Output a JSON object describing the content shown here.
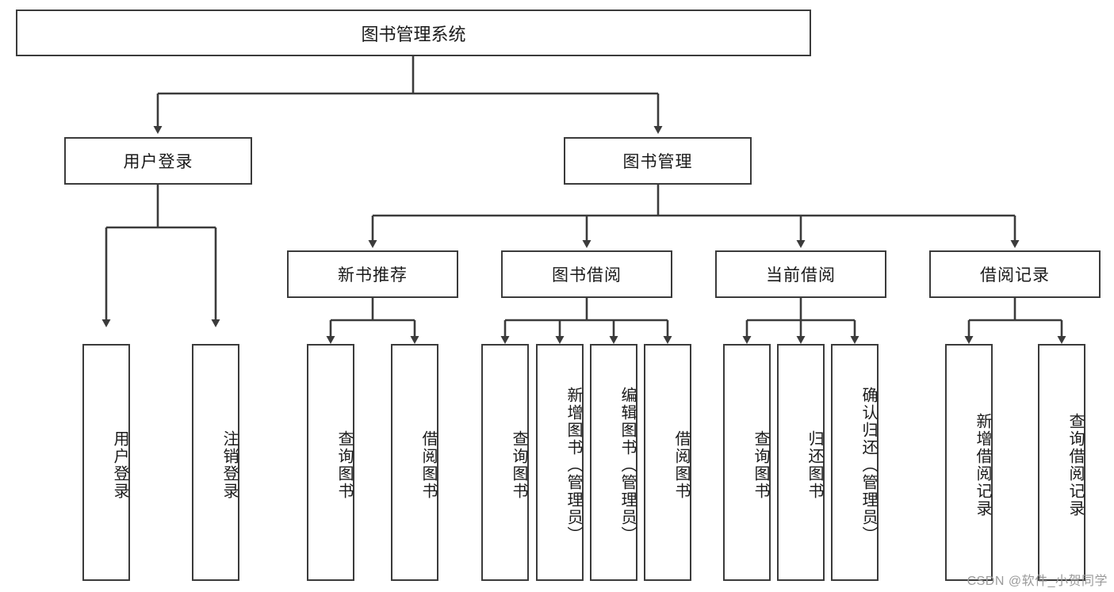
{
  "diagram": {
    "title": "图书管理系统",
    "type": "tree-hierarchy-diagram",
    "root": {
      "label": "图书管理系统"
    },
    "level2": [
      {
        "label": "用户登录"
      },
      {
        "label": "图书管理"
      }
    ],
    "level3": [
      {
        "label": "新书推荐"
      },
      {
        "label": "图书借阅"
      },
      {
        "label": "当前借阅"
      },
      {
        "label": "借阅记录"
      }
    ],
    "leaves": {
      "user_login": [
        {
          "label": "用户登录"
        },
        {
          "label": "注销登录"
        }
      ],
      "new_book_recommend": [
        {
          "label": "查询图书"
        },
        {
          "label": "借阅图书"
        }
      ],
      "book_borrow": [
        {
          "label": "查询图书"
        },
        {
          "label": "新增图书（管理员）"
        },
        {
          "label": "编辑图书（管理员）"
        },
        {
          "label": "借阅图书"
        }
      ],
      "current_borrow": [
        {
          "label": "查询图书"
        },
        {
          "label": "归还图书"
        },
        {
          "label": "确认归还（管理员）"
        }
      ],
      "borrow_record": [
        {
          "label": "新增借阅记录"
        },
        {
          "label": "查询借阅记录"
        }
      ]
    }
  },
  "watermark": {
    "text": "CSDN @软件_小贺同学"
  },
  "colors": {
    "stroke": "#3b3b3b",
    "box_fill": "#ffffff",
    "text": "#1a1a1a",
    "watermark": "#9a9a9a"
  }
}
